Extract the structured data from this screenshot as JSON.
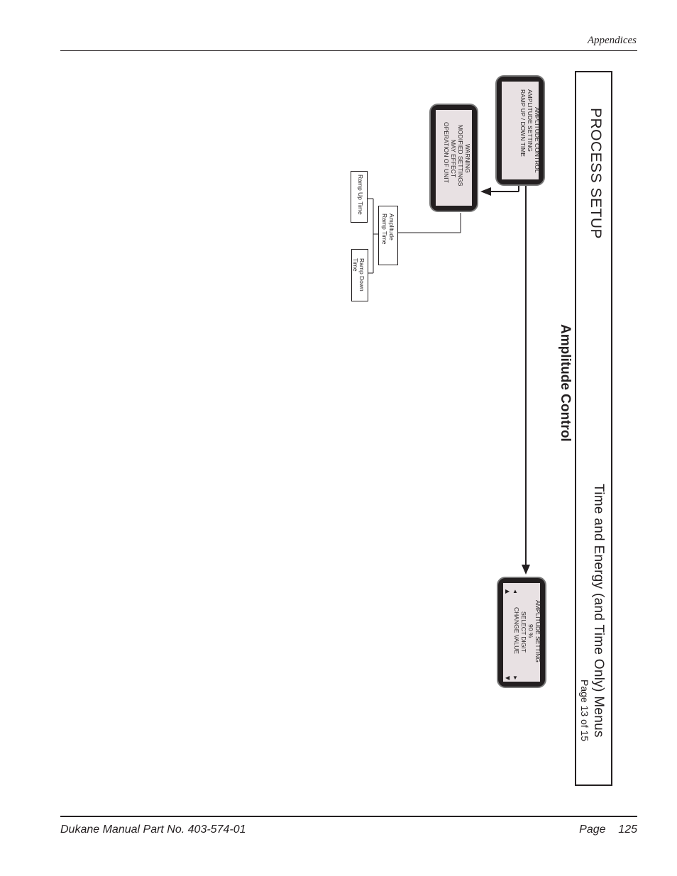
{
  "header": {
    "section": "Appendices"
  },
  "title_block": {
    "heading": "PROCESS SETUP",
    "subtitle": "Time and Energy (and Time Only) Menus",
    "page_ref": "Page  13 of 15"
  },
  "section_title": "Amplitude Control",
  "screens": {
    "main": {
      "lines": [
        "AMPLITUDE CONTROL",
        "AMPLITUDE SETTING",
        "RAMP UP / DOWN TIME"
      ]
    },
    "warning": {
      "lines": [
        "WARNING",
        "MODIFIED SETTINGS",
        "MAY EFFECT",
        "OPERATION OF UNIT"
      ]
    },
    "amp_setting": {
      "lines": [
        "AMPLITUDE  SETTING",
        "90 %",
        "SELECT DIGIT",
        "CHANGE VALUE"
      ]
    }
  },
  "tree": {
    "root": {
      "line1": "Amplitude",
      "line2": "Ramp Time"
    },
    "left": {
      "line1": "Ramp Up Time"
    },
    "right": {
      "line1": "Ramp Down",
      "line2": "Time"
    }
  },
  "footer": {
    "manual": "Dukane Manual Part No. 403-574-01",
    "page": "Page    125"
  }
}
